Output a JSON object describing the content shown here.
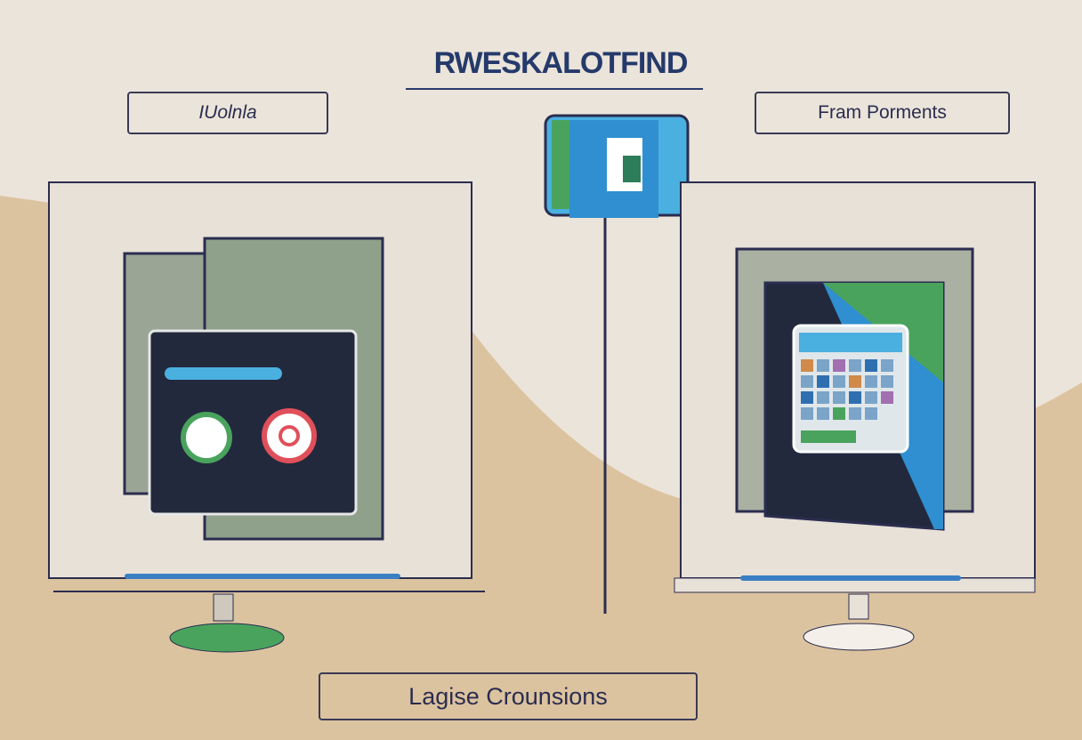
{
  "title": "RWESKALOTFIND",
  "left_label": "IUolnla",
  "right_label": "Fram Porments",
  "bottom_label": "Lagise Crounsions",
  "colors": {
    "background": "#ebe4da",
    "sand": "#dcc3a0",
    "navy": "#253a6b",
    "dark_panel": "#22293d",
    "green": "#4aa35d",
    "blue": "#2f8fd0",
    "red": "#e0505a"
  }
}
